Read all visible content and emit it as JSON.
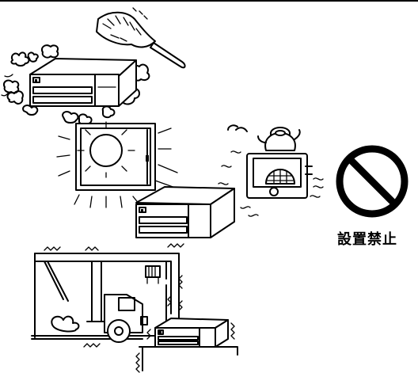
{
  "prohibition": {
    "caption": "設置禁止",
    "icon": "no-entry-icon"
  },
  "scenes": [
    {
      "name": "dusty-location",
      "icons": [
        "feather-duster-icon",
        "dust-cloud-icon",
        "receiver-unit-icon"
      ]
    },
    {
      "name": "direct-sunlight-and-heat",
      "icons": [
        "window-sun-icon",
        "heater-kettle-icon",
        "receiver-unit-icon"
      ]
    },
    {
      "name": "unstable-vibrating-location",
      "icons": [
        "truck-garage-icon",
        "receiver-unit-icon"
      ]
    }
  ],
  "colors": {
    "line": "#000000",
    "background": "#ffffff"
  }
}
